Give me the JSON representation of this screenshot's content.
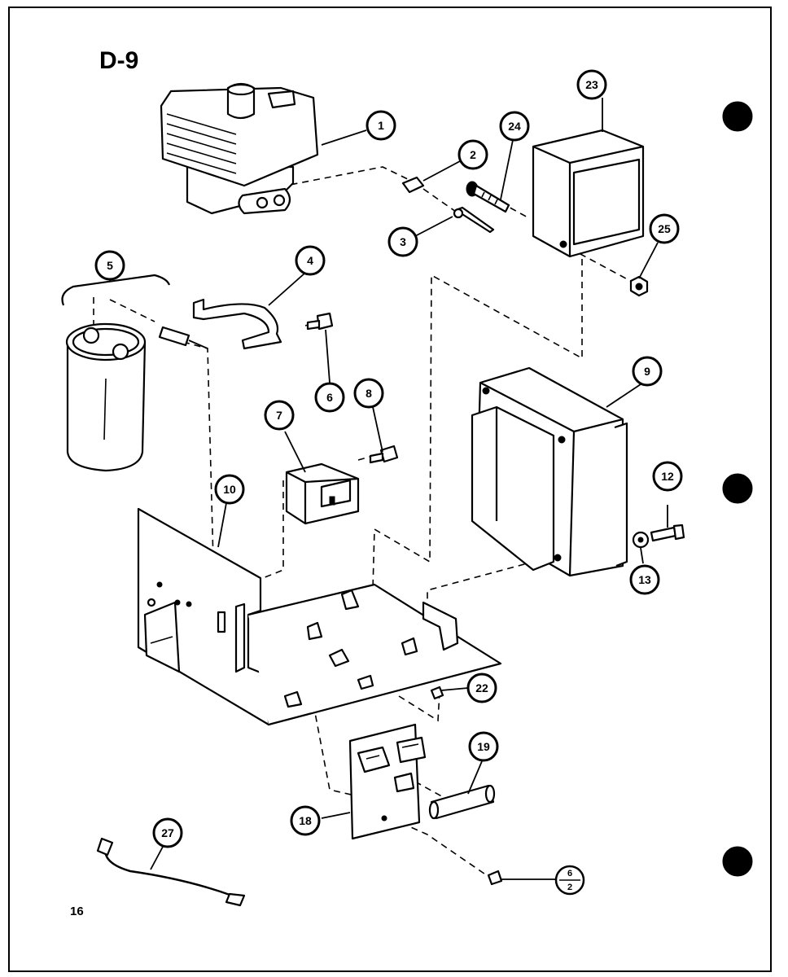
{
  "page": {
    "title": "D-9",
    "page_number": "16"
  },
  "callouts": {
    "c1": "1",
    "c2": "2",
    "c3": "3",
    "c4": "4",
    "c5": "5",
    "c6": "6",
    "c7": "7",
    "c8": "8",
    "c9": "9",
    "c10": "10",
    "c12": "12",
    "c13": "13",
    "c18": "18",
    "c19": "19",
    "c22": "22",
    "c23": "23",
    "c24": "24",
    "c25": "25",
    "c27": "27",
    "frac_top": "6",
    "frac_bottom": "2"
  },
  "colors": {
    "ink": "#000000",
    "paper": "#ffffff"
  }
}
